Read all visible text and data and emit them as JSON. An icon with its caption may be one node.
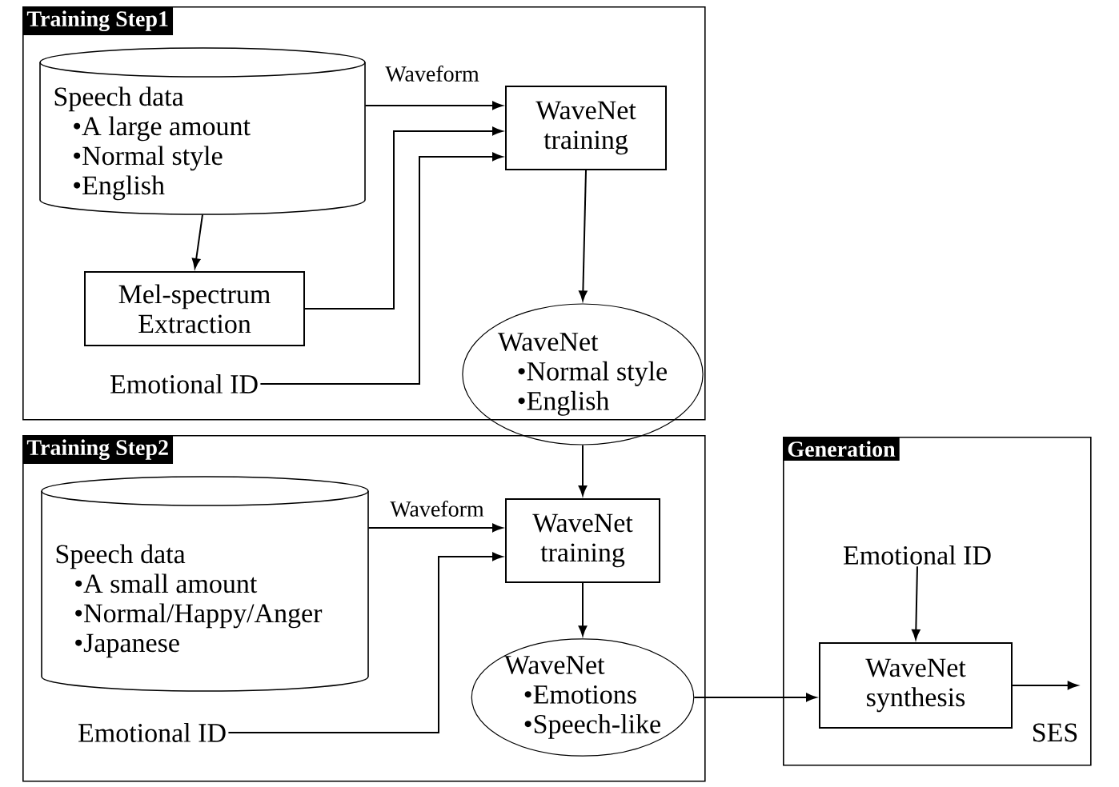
{
  "diagram": {
    "nodes": [
      {
        "text": [
          "Training Step1"
        ]
      },
      {
        "text": [
          "Speech data",
          "•A large amount",
          "•Normal style",
          "•English"
        ],
        "in": 0
      },
      {
        "text": [
          "WaveNet training"
        ],
        "in": 0
      },
      {
        "text": [
          "Mel-spectrum Extraction"
        ],
        "in": 0
      },
      {
        "text": [
          "Emotional ID"
        ],
        "in": 0
      },
      {
        "text": [
          "WaveNet",
          "•Normal style",
          "•English"
        ]
      },
      {
        "text": [
          "Training Step2"
        ]
      },
      {
        "text": [
          "Speech data",
          "•A small amount",
          "•Normal/Happy/Anger",
          "•Japanese"
        ],
        "in": 6
      },
      {
        "text": [
          "WaveNet training"
        ],
        "in": 6
      },
      {
        "text": [
          "Emotional ID"
        ],
        "in": 6
      },
      {
        "text": [
          "WaveNet",
          "•Emotions",
          "•Speech-like"
        ],
        "in": 6
      },
      {
        "text": [
          "Generation"
        ]
      },
      {
        "text": [
          "Emotional ID"
        ],
        "in": 11
      },
      {
        "text": [
          "WaveNet synthesis"
        ],
        "in": 11
      },
      {
        "text": [
          "SES"
        ],
        "in": 11
      }
    ],
    "edges": [
      {
        "from": 1,
        "to": 2,
        "arrow": "to",
        "label": "Waveform"
      },
      {
        "from": 3,
        "to": 2,
        "arrow": "to"
      },
      {
        "from": 4,
        "to": 2,
        "arrow": "to"
      },
      {
        "from": 1,
        "to": 3,
        "arrow": "to"
      },
      {
        "from": 2,
        "to": 5,
        "arrow": "to"
      },
      {
        "from": 5,
        "to": 8,
        "arrow": "to"
      },
      {
        "from": 7,
        "to": 8,
        "arrow": "to",
        "label": "Waveform"
      },
      {
        "from": 9,
        "to": 8,
        "arrow": "to"
      },
      {
        "from": 8,
        "to": 10,
        "arrow": "to"
      },
      {
        "from": 10,
        "to": 13,
        "arrow": "to"
      },
      {
        "from": 12,
        "to": 13,
        "arrow": "to"
      },
      {
        "from": 13,
        "to": 14,
        "arrow": "to"
      }
    ]
  }
}
